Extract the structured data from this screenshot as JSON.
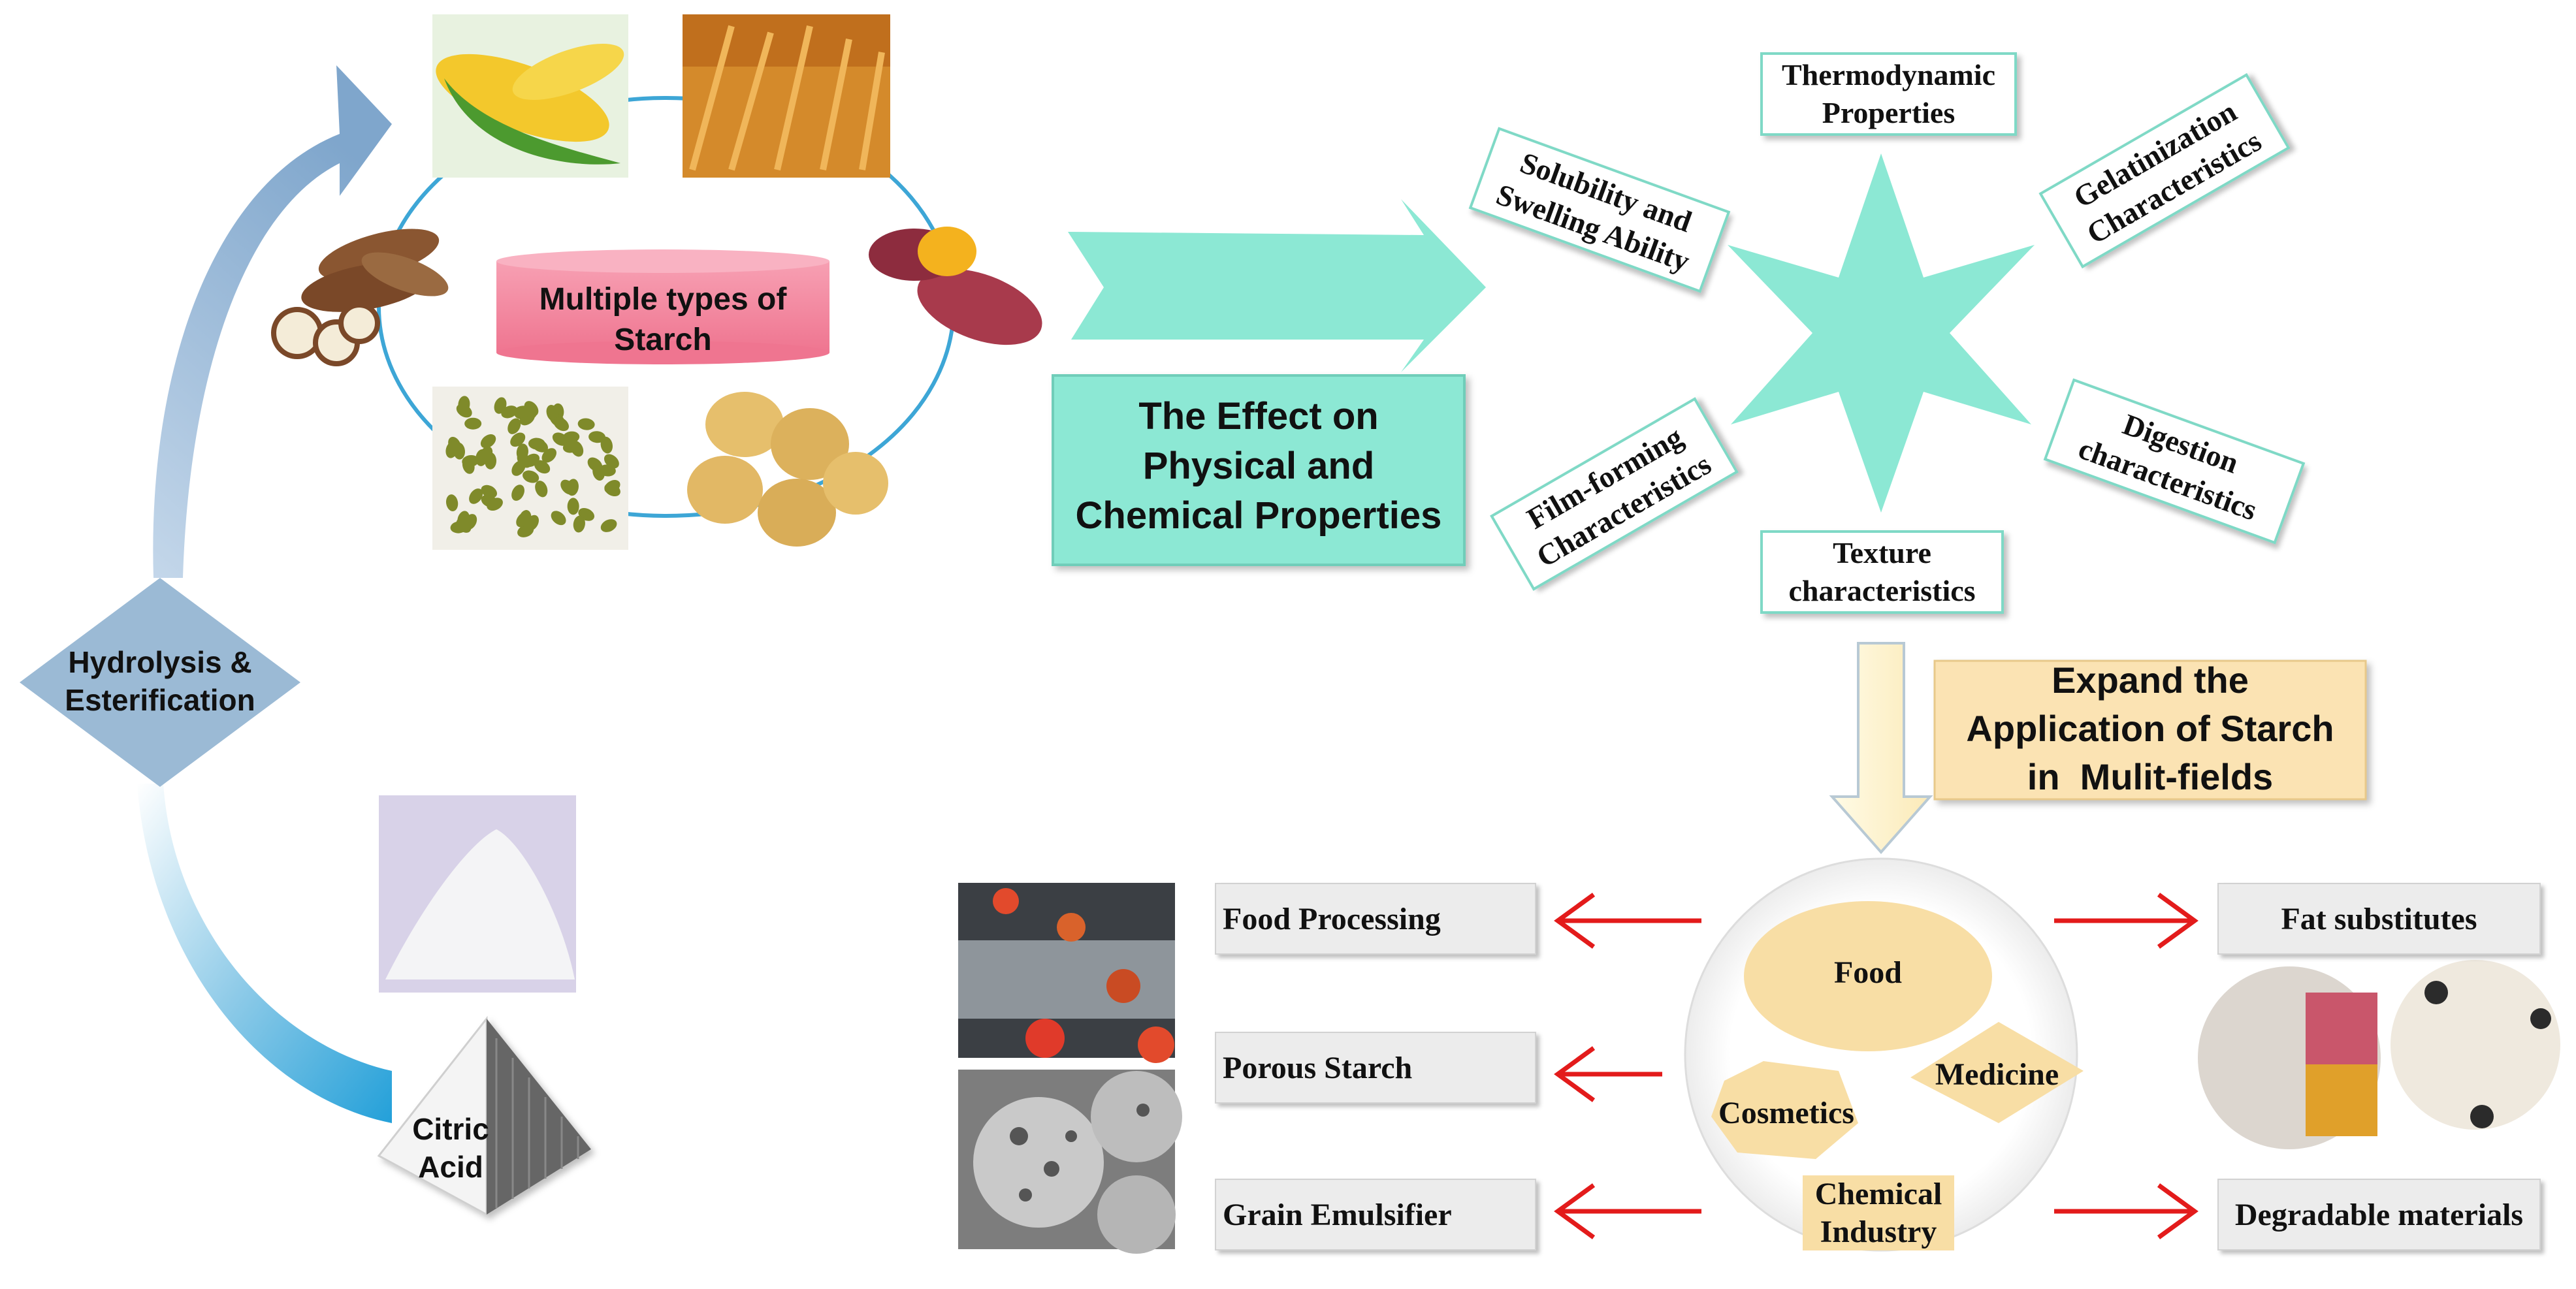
{
  "starch_sources": {
    "label_line1": "Multiple types of",
    "label_line2": "Starch",
    "items": [
      {
        "name": "corn",
        "icon": "corn-image"
      },
      {
        "name": "wheat",
        "icon": "wheat-image"
      },
      {
        "name": "cassava",
        "icon": "cassava-image"
      },
      {
        "name": "sweet potato",
        "icon": "sweet-potato-image"
      },
      {
        "name": "mung bean",
        "icon": "mung-bean-image"
      },
      {
        "name": "potato",
        "icon": "potato-image"
      }
    ]
  },
  "process": {
    "line1": "Hydrolysis &",
    "line2": "Esterification",
    "reagent_line1": "Citric",
    "reagent_line2": "Acid"
  },
  "effect": {
    "line1": "The Effect on",
    "line2": "Physical and",
    "line3": "Chemical Properties"
  },
  "properties": {
    "thermo": [
      "Thermodynamic",
      "Properties"
    ],
    "solubility": [
      "Solubility and",
      "Swelling Ability"
    ],
    "gelatinization": [
      "Gelatinization",
      "Characteristics"
    ],
    "film": [
      "Film-forming",
      "Characteristics"
    ],
    "digestion": [
      "Digestion",
      "characteristics"
    ],
    "texture": [
      "Texture",
      "characteristics"
    ]
  },
  "expand": {
    "line1": "Expand the",
    "line2": "Application of Starch",
    "line3": "in  Mulit-fields"
  },
  "fields": {
    "food": "Food",
    "cosmetics": "Cosmetics",
    "medicine": "Medicine",
    "chemical": [
      "Chemical",
      "Industry"
    ]
  },
  "applications": {
    "left": [
      "Food Processing",
      "Porous Starch",
      "Grain Emulsifier"
    ],
    "right": [
      "Fat substitutes",
      "Degradable materials"
    ]
  },
  "colors": {
    "mint": "#8ce8d4",
    "mint_border": "#7fd9c6",
    "steel_blue": "#9bbad5",
    "expand_fill": "#fbe3b3",
    "field_fill": "#f8dea5",
    "arrow_red": "#e31b1b",
    "pink": "#f07c92"
  }
}
